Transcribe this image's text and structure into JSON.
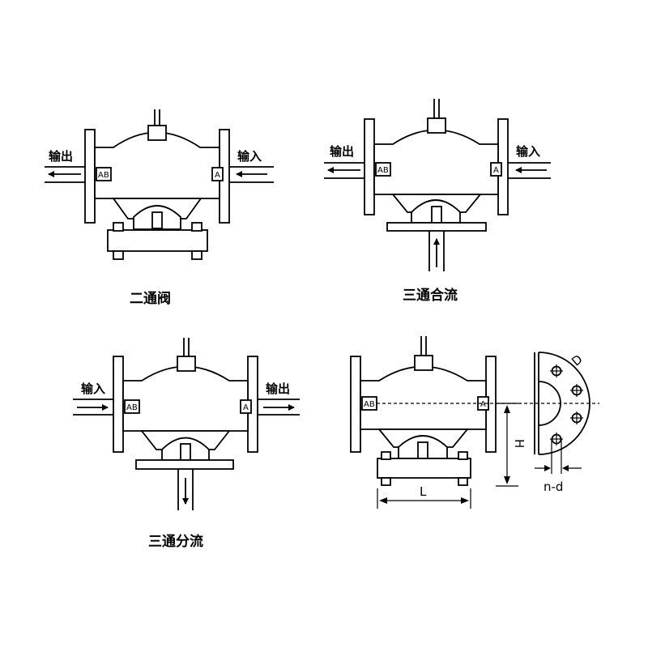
{
  "valves": [
    {
      "caption": "二通阀",
      "left_label": "输出",
      "right_label": "输入",
      "left_port": "AB",
      "right_port": "A"
    },
    {
      "caption": "三通合流",
      "left_label": "输出",
      "right_label": "输入",
      "left_port": "AB",
      "right_port": "A"
    },
    {
      "caption": "三通分流",
      "left_label": "输入",
      "right_label": "输出",
      "left_port": "AB",
      "right_port": "A"
    },
    {
      "caption": "",
      "left_port": "AB",
      "right_port": "A"
    }
  ],
  "dimensions": {
    "height": "H",
    "length": "L",
    "diameter": "D",
    "holes": "n-d"
  }
}
